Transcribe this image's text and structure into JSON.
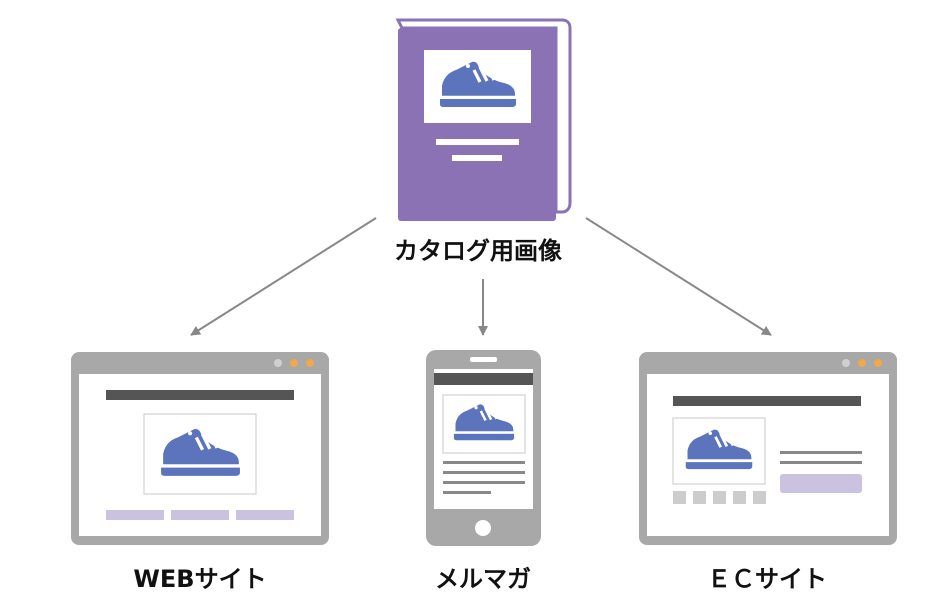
{
  "source": {
    "label": "カタログ用画像"
  },
  "targets": {
    "web": {
      "label": "WEBサイト"
    },
    "mail": {
      "label": "メルマガ"
    },
    "ec": {
      "label": "ＥＣサイト"
    }
  },
  "colors": {
    "book": "#8b72b4",
    "book_outline": "#7a63a6",
    "shoe": "#5b74bc",
    "frame": "#a8a8a8",
    "bar": "#555555",
    "accent": "#cbc2df",
    "dot_gray": "#d0d0d0",
    "dot_orange": "#f0a848",
    "arrow": "#888888"
  }
}
